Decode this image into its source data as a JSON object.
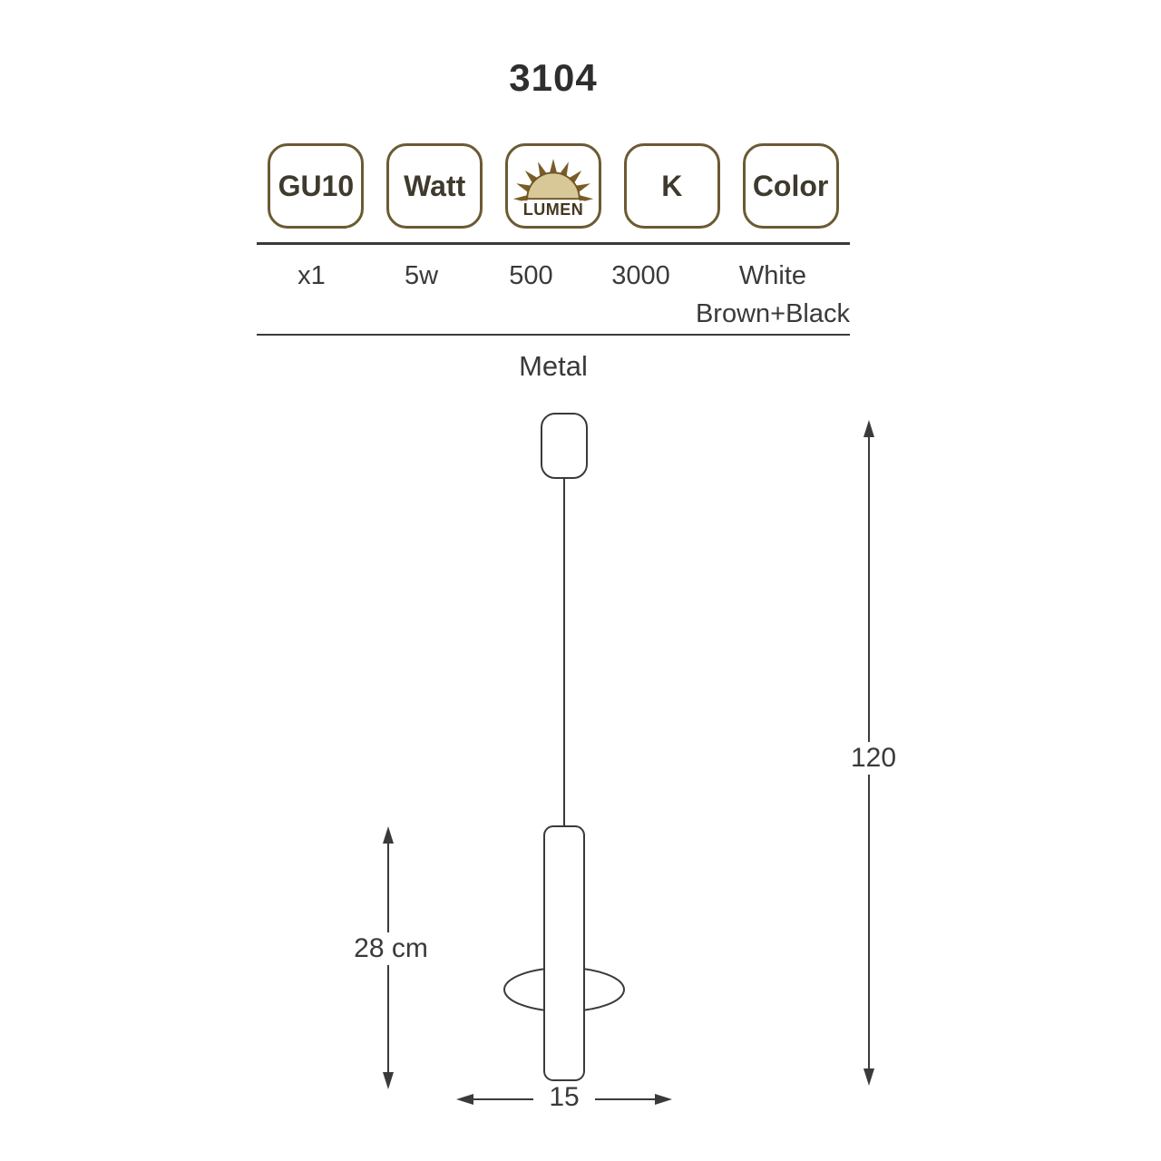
{
  "page": {
    "title": "3104",
    "material": "Metal"
  },
  "spec": {
    "columns": [
      {
        "label": "GU10",
        "value": "x1"
      },
      {
        "label": "Watt",
        "value": "5w"
      },
      {
        "label": "LUMEN",
        "value": "500"
      },
      {
        "label": "K",
        "value": "3000"
      },
      {
        "label": "Color",
        "value": "White",
        "value2": "Brown+Black"
      }
    ]
  },
  "dimensions": {
    "overall_height": "120",
    "body_height": "28 cm",
    "width": "15"
  },
  "icons": {
    "lumen_badge": "sun-rays-icon"
  },
  "colors": {
    "badge_border": "#6b5a33",
    "badge_text": "#3f3a2e",
    "line": "#3a3a3a",
    "sun_fill": "#d9c897",
    "sun_ray": "#7a5c28"
  }
}
